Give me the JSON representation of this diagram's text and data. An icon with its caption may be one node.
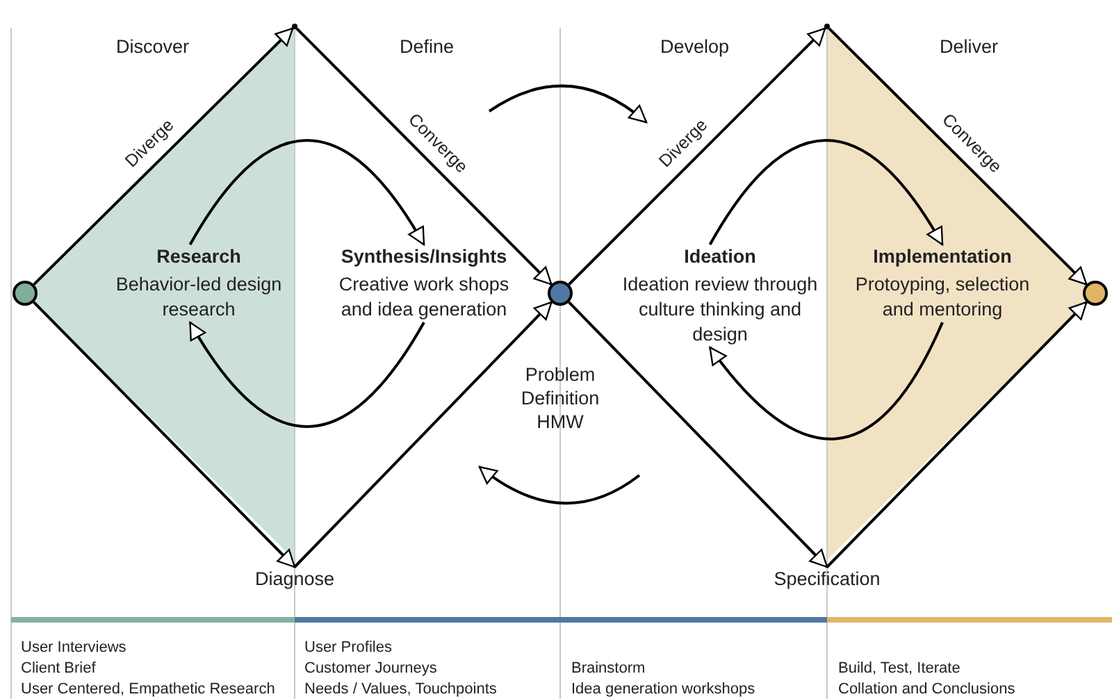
{
  "diagram": {
    "nodes": [
      {
        "text": [],
        "shape": "circle"
      },
      {
        "text": [],
        "shape": "point"
      },
      {
        "text": [
          "Research",
          "Behavior-led design research"
        ]
      },
      {
        "text": [
          "Synthesis/Insights",
          "Creative work shops and idea generation"
        ]
      },
      {
        "text": [
          "Diagnose"
        ]
      },
      {
        "text": [],
        "shape": "circle"
      },
      {
        "text": [],
        "shape": "point"
      },
      {
        "text": [
          "Ideation",
          "Ideation review through culture thinking and design"
        ]
      },
      {
        "text": [
          "Implementation",
          "Protoyping, selection and mentoring"
        ]
      },
      {
        "text": [
          "Specification"
        ]
      },
      {
        "text": [],
        "shape": "circle"
      }
    ],
    "edges": [
      {
        "from": 0,
        "to": 1,
        "arrow": "to",
        "label": "Diverge"
      },
      {
        "from": 1,
        "to": 5,
        "arrow": "to",
        "label": "Converge"
      },
      {
        "from": 0,
        "to": 4,
        "arrow": "to"
      },
      {
        "from": 4,
        "to": 5,
        "arrow": "to"
      },
      {
        "from": 2,
        "to": 3,
        "arrow": "to"
      },
      {
        "from": 3,
        "to": 2,
        "arrow": "to"
      },
      {
        "from": 5,
        "to": 6,
        "arrow": "to",
        "label": "Diverge"
      },
      {
        "from": 6,
        "to": 10,
        "arrow": "to",
        "label": "Converge"
      },
      {
        "from": 5,
        "to": 9,
        "arrow": "to"
      },
      {
        "from": 9,
        "to": 10,
        "arrow": "to"
      },
      {
        "from": 7,
        "to": 8,
        "arrow": "to"
      },
      {
        "from": 8,
        "to": 7,
        "arrow": "to"
      }
    ],
    "labels": [
      "Discover",
      "Define",
      "Develop",
      "Deliver",
      "Problem Definition HMW",
      "User Interviews",
      "Client Brief",
      "User Centered, Empathetic Research",
      "User Profiles",
      "Customer Journeys",
      "Needs / Values, Touchpoints",
      "Brainstorm",
      "Idea generation workshops",
      "Build, Test, Iterate",
      "Collation and Conclusions"
    ]
  }
}
